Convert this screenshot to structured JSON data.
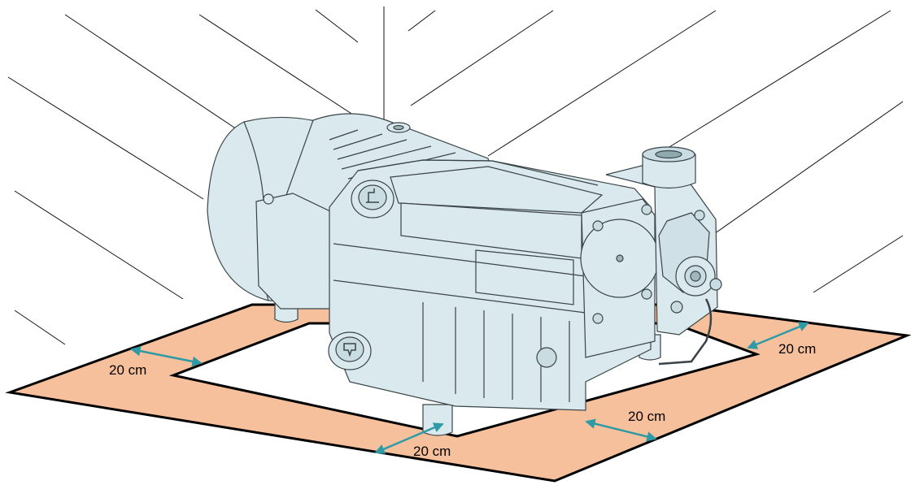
{
  "colors": {
    "clearance_zone": "#f6c09c",
    "dimension_arrow": "#2e9aa6",
    "pump_body": "#d9e9ed",
    "outline": "#3a4448",
    "frame": "#000000"
  },
  "clearance_labels": {
    "left": "20 cm",
    "front_left": "20 cm",
    "front_right": "20 cm",
    "right": "20 cm"
  },
  "icons": [
    "oil-fill-cap-icon",
    "oil-drain-plug-icon",
    "air-flow-lines"
  ]
}
